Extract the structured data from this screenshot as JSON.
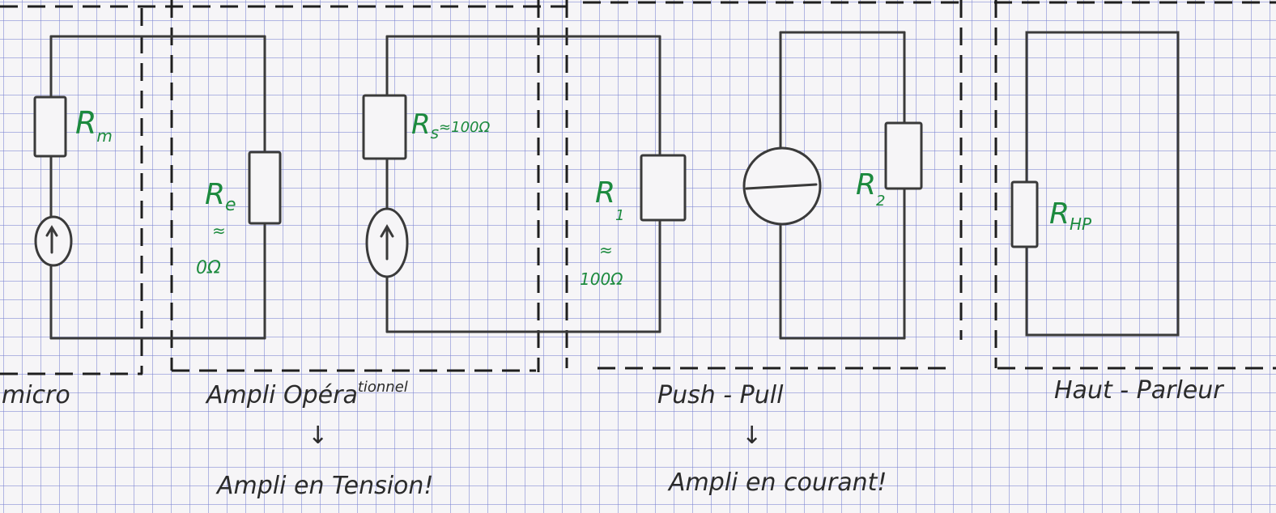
{
  "stages": {
    "micro": {
      "title": "micro",
      "r_label": "R",
      "r_sub": "m"
    },
    "ampli_op": {
      "title": "Ampli Opéra",
      "title_sup": "tionnel",
      "re_label": "R",
      "re_sub": "e",
      "re_approx": "≈",
      "re_value": "0Ω",
      "rs_label": "R",
      "rs_sub": "s",
      "rs_value": "≈100Ω",
      "note": "Ampli en Tension!"
    },
    "push_pull": {
      "title": "Push - Pull",
      "r1_label": "R",
      "r1_sub": "1",
      "r1_approx": "≈",
      "r1_value": "100Ω",
      "r2_label": "R",
      "r2_sub": "2",
      "note": "Ampli en courant!"
    },
    "haut_parleur": {
      "title": "Haut - Parleur",
      "r_label": "R",
      "r_sub": "HP"
    }
  },
  "arrows": {
    "down": "↓"
  }
}
